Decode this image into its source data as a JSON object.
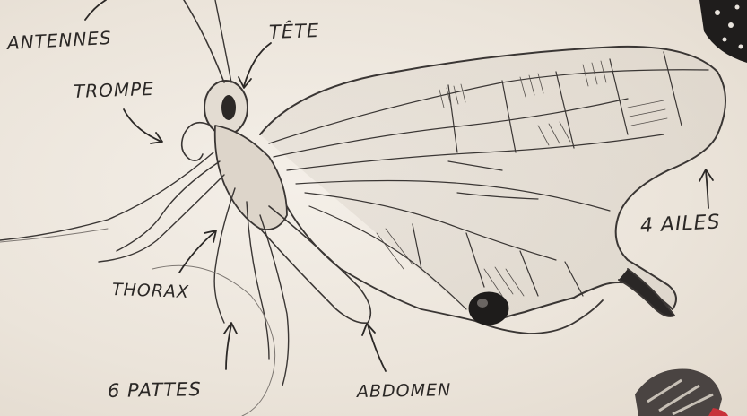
{
  "labels": {
    "antennes": "ANTENNES",
    "tete": "TÊTE",
    "trompe": "TROMPE",
    "thorax": "THORAX",
    "pattes": "6 PATTES",
    "abdomen": "ABDOMEN",
    "ailes": "4 AILES"
  },
  "colors": {
    "paper": "#ece5dc",
    "pencil": "#3a3634",
    "ink": "#2b2826"
  }
}
